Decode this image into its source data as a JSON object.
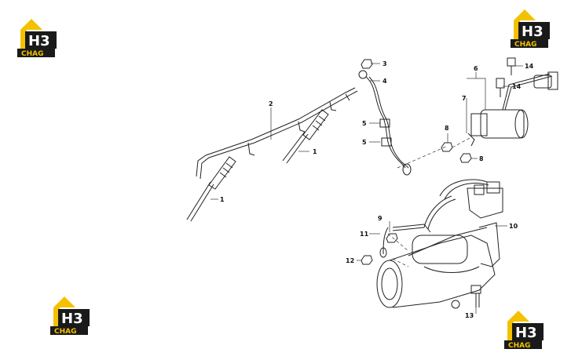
{
  "logo": {
    "line1": "H3",
    "line2": "CHAG",
    "colors": {
      "roof": "#f2c200",
      "dark": "#1a1a1a",
      "text_white": "#ffffff",
      "text_yellow": "#f2c200"
    }
  },
  "callouts": [
    {
      "id": "c1a",
      "label": "1"
    },
    {
      "id": "c1b",
      "label": "1"
    },
    {
      "id": "c2",
      "label": "2"
    },
    {
      "id": "c3",
      "label": "3"
    },
    {
      "id": "c4",
      "label": "4"
    },
    {
      "id": "c5a",
      "label": "5"
    },
    {
      "id": "c5b",
      "label": "5"
    },
    {
      "id": "c6",
      "label": "6"
    },
    {
      "id": "c7",
      "label": "7"
    },
    {
      "id": "c8a",
      "label": "8"
    },
    {
      "id": "c8b",
      "label": "8"
    },
    {
      "id": "c9",
      "label": "9"
    },
    {
      "id": "c10",
      "label": "10"
    },
    {
      "id": "c11",
      "label": "11"
    },
    {
      "id": "c12",
      "label": "12"
    },
    {
      "id": "c13",
      "label": "13"
    },
    {
      "id": "c14a",
      "label": "14"
    },
    {
      "id": "c14b",
      "label": "14"
    }
  ]
}
